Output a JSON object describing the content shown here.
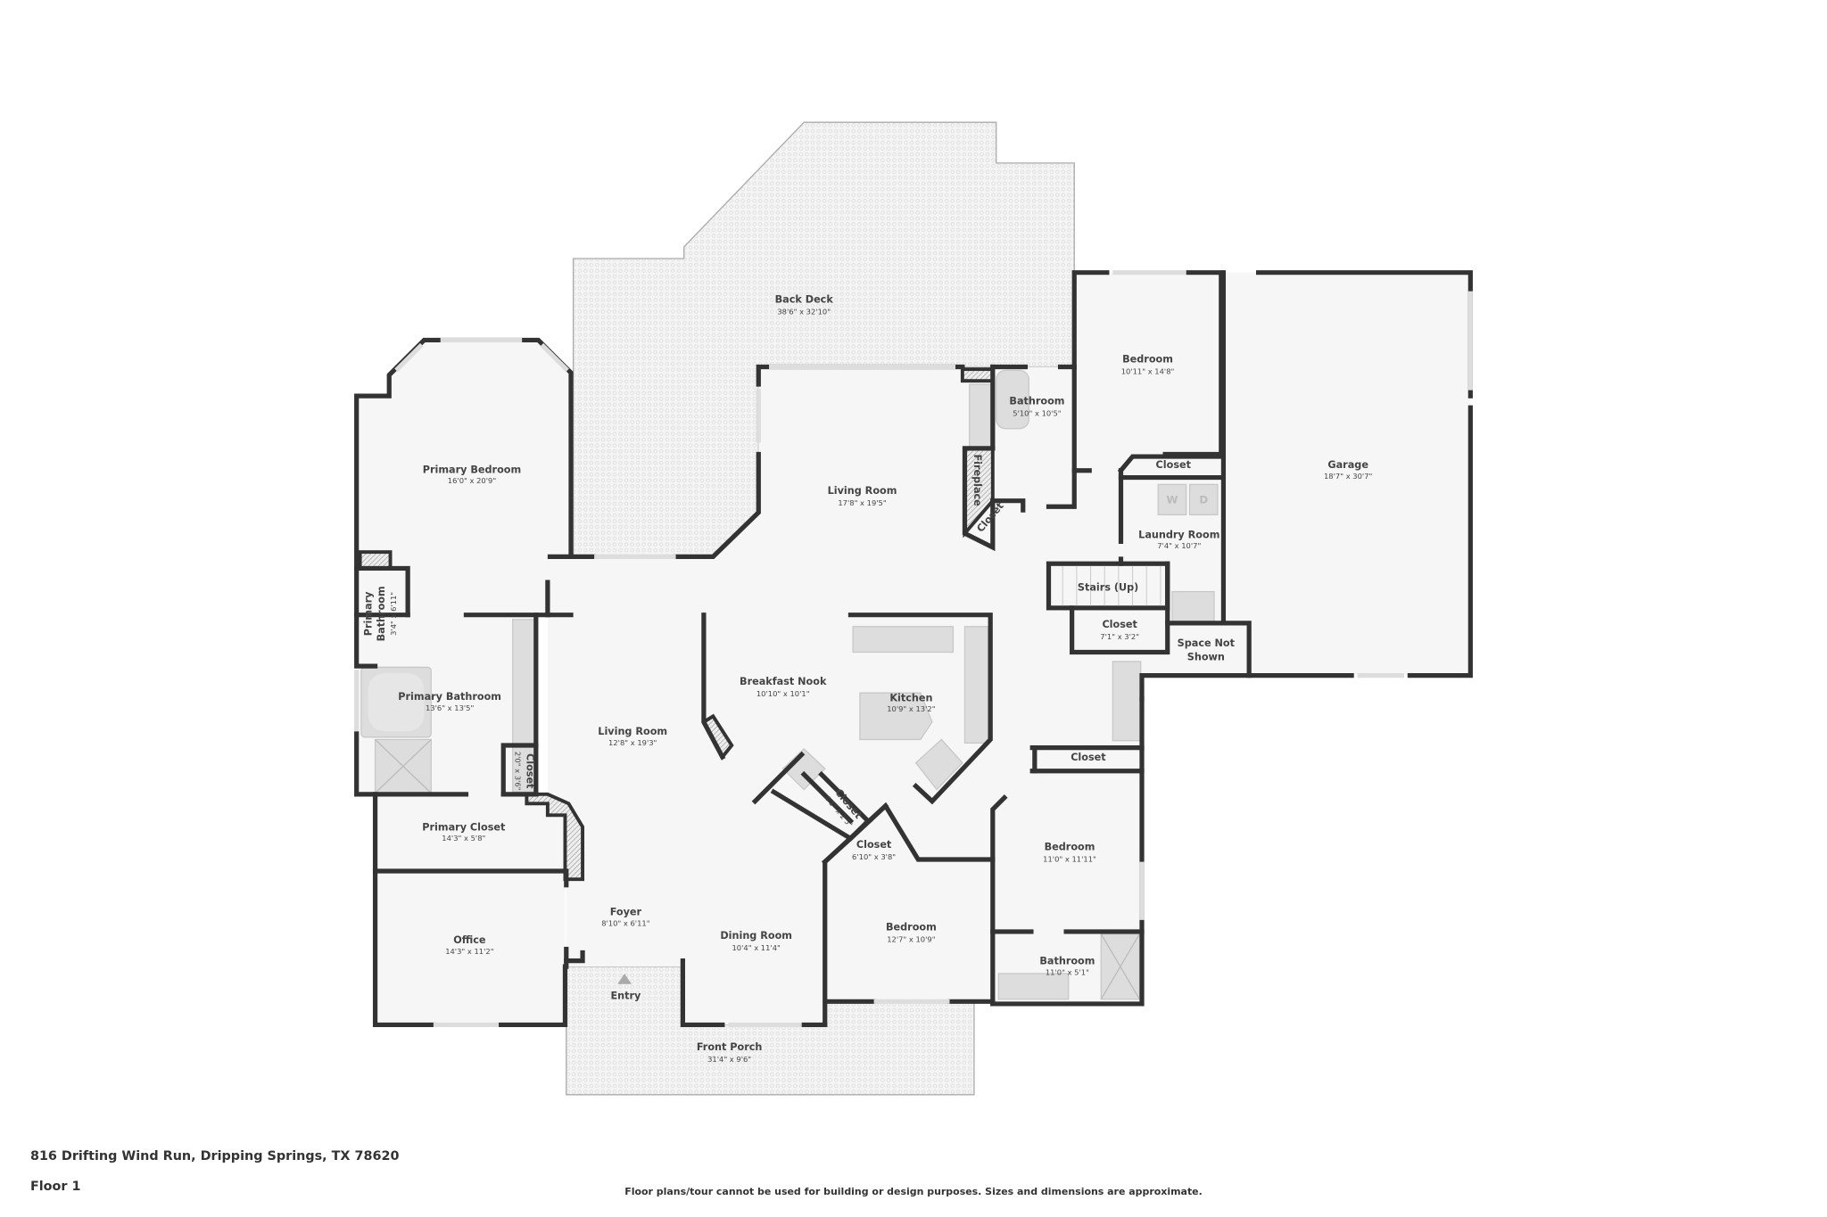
{
  "address": "816 Drifting Wind Run, Dripping Springs, TX 78620",
  "floor_label": "Floor 1",
  "disclaimer": "Floor plans/tour cannot be used for building or design purposes. Sizes and dimensions are approximate.",
  "rooms": {
    "back_deck": {
      "name": "Back Deck",
      "dims": "38'6\" x 32'10\""
    },
    "primary_bedroom": {
      "name": "Primary Bedroom",
      "dims": "16'0\" x 20'9\""
    },
    "living_room_upper": {
      "name": "Living Room",
      "dims": "17'8\" x 19'5\""
    },
    "bathroom_upper": {
      "name": "Bathroom",
      "dims": "5'10\" x 10'5\""
    },
    "bedroom_upper": {
      "name": "Bedroom",
      "dims": "10'11\" x 14'8\""
    },
    "garage": {
      "name": "Garage",
      "dims": "18'7\" x 30'7\""
    },
    "closet_bedroom_upper": {
      "name": "Closet"
    },
    "laundry": {
      "name": "Laundry Room",
      "dims": "7'4\" x 10'7\""
    },
    "washer": "W",
    "dryer": "D",
    "fireplace": {
      "name": "Fireplace"
    },
    "closet_fireplace": {
      "name": "Closet"
    },
    "stairs": {
      "name": "Stairs (Up)"
    },
    "closet_stairs": {
      "name": "Closet",
      "dims": "7'1\" x 3'2\""
    },
    "space_not_shown": {
      "line1": "Space Not",
      "line2": "Shown"
    },
    "primary_bathroom_small": {
      "line1": "Primary",
      "line2": "Bathroom",
      "dims": "3'4\" x 6'11\""
    },
    "primary_bathroom": {
      "name": "Primary Bathroom",
      "dims": "13'6\" x 13'5\""
    },
    "closet_primary": {
      "name": "Closet",
      "dims": "2'0\" x 3'6\""
    },
    "living_room_lower": {
      "name": "Living Room",
      "dims": "12'8\" x 19'3\""
    },
    "breakfast_nook": {
      "name": "Breakfast Nook",
      "dims": "10'10\" x 10'1\""
    },
    "kitchen": {
      "name": "Kitchen",
      "dims": "10'9\" x 13'2\""
    },
    "primary_closet": {
      "name": "Primary Closet",
      "dims": "14'3\" x 5'8\""
    },
    "office": {
      "name": "Office",
      "dims": "14'3\" x 11'2\""
    },
    "foyer": {
      "name": "Foyer",
      "dims": "8'10\" x 6'11\""
    },
    "entry": {
      "name": "Entry"
    },
    "dining_room": {
      "name": "Dining Room",
      "dims": "10'4\" x 11'4\""
    },
    "front_porch": {
      "name": "Front Porch",
      "dims": "31'4\" x 9'6\""
    },
    "closet_small_diag": {
      "name": "Closet",
      "dims": "4'1\" x 2'5\""
    },
    "closet_hall": {
      "name": "Closet",
      "dims": "6'10\" x 3'8\""
    },
    "bedroom_lower_left": {
      "name": "Bedroom",
      "dims": "12'7\" x 10'9\""
    },
    "closet_bedroom_right": {
      "name": "Closet"
    },
    "bedroom_lower_right": {
      "name": "Bedroom",
      "dims": "11'0\" x 11'11\""
    },
    "bathroom_lower": {
      "name": "Bathroom",
      "dims": "11'0\" x 5'1\""
    }
  },
  "colors": {
    "wall": "#333333",
    "floor": "#f6f6f6",
    "fixture": "#dddddd",
    "text": "#444444"
  }
}
